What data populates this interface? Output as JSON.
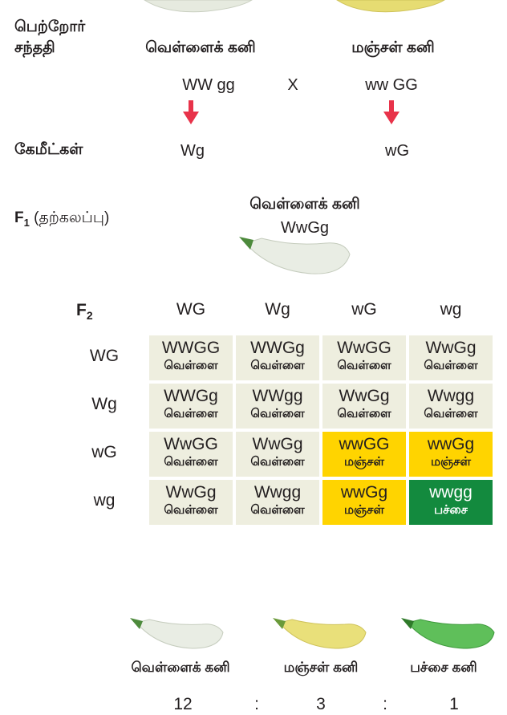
{
  "labels": {
    "parents_line1": "பெற்றோர்",
    "parents_line2": "சந்ததி",
    "gametes": "கேமீட்கள்",
    "f1_label": "F",
    "f1_sub": "1",
    "f1_paren": " (தற்கலப்பு)",
    "f2_label": "F",
    "f2_sub": "2"
  },
  "parents": {
    "white_name": "வெள்ளைக் கனி",
    "yellow_name": "மஞ்சள் கனி",
    "white_genotype": "WW gg",
    "cross": "X",
    "yellow_genotype": "ww GG",
    "white_gamete": "Wg",
    "yellow_gamete": "wG"
  },
  "f1": {
    "name": "வெள்ளைக் கனி",
    "genotype": "WwGg"
  },
  "f2": {
    "col_headers": [
      "WG",
      "Wg",
      "wG",
      "wg"
    ],
    "row_headers": [
      "WG",
      "Wg",
      "wG",
      "wg"
    ],
    "cells": [
      [
        {
          "g": "WWGG",
          "p": "வெள்ளை",
          "c": "white"
        },
        {
          "g": "WWGg",
          "p": "வெள்ளை",
          "c": "white"
        },
        {
          "g": "WwGG",
          "p": "வெள்ளை",
          "c": "white"
        },
        {
          "g": "WwGg",
          "p": "வெள்ளை",
          "c": "white"
        }
      ],
      [
        {
          "g": "WWGg",
          "p": "வெள்ளை",
          "c": "white"
        },
        {
          "g": "WWgg",
          "p": "வெள்ளை",
          "c": "white"
        },
        {
          "g": "WwGg",
          "p": "வெள்ளை",
          "c": "white"
        },
        {
          "g": "Wwgg",
          "p": "வெள்ளை",
          "c": "white"
        }
      ],
      [
        {
          "g": "WwGG",
          "p": "வெள்ளை",
          "c": "white"
        },
        {
          "g": "WwGg",
          "p": "வெள்ளை",
          "c": "white"
        },
        {
          "g": "wwGG",
          "p": "மஞ்சள்",
          "c": "yellow"
        },
        {
          "g": "wwGg",
          "p": "மஞ்சள்",
          "c": "yellow"
        }
      ],
      [
        {
          "g": "WwGg",
          "p": "வெள்ளை",
          "c": "white"
        },
        {
          "g": "Wwgg",
          "p": "வெள்ளை",
          "c": "white"
        },
        {
          "g": "wwGg",
          "p": "மஞ்சள்",
          "c": "yellow"
        },
        {
          "g": "wwgg",
          "p": "பச்சை",
          "c": "green"
        }
      ]
    ]
  },
  "results": {
    "white_name": "வெள்ளைக் கனி",
    "yellow_name": "மஞ்சள் கனி",
    "green_name": "பச்சை கனி",
    "white_count": "12",
    "sep1": ":",
    "yellow_count": "3",
    "sep2": ":",
    "green_count": "1"
  },
  "colors": {
    "white_cell": "#eeeedf",
    "yellow_cell": "#ffd400",
    "green_cell": "#138a3e",
    "arrow": "#e8334a",
    "fruit_white": "#e9ede4",
    "fruit_yellow": "#e9e07a",
    "fruit_green": "#5fbf5a"
  }
}
